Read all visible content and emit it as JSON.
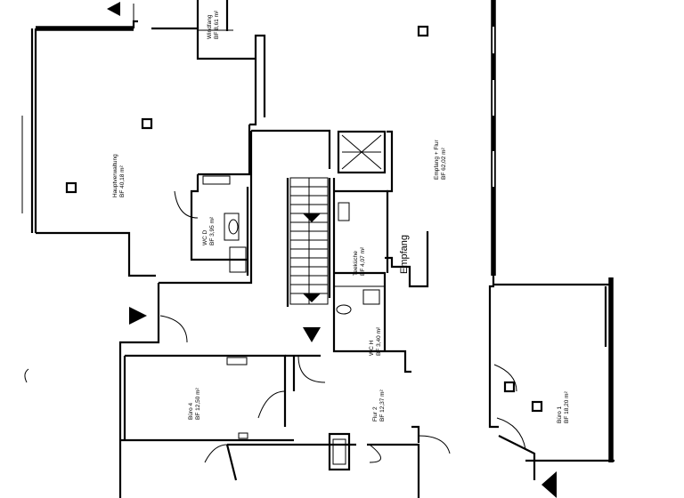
{
  "rooms": {
    "windfang": {
      "name": "Windfang",
      "area": "BF 8,61 m²"
    },
    "hauptverwaltung": {
      "name": "Hauptverwaltung",
      "area": "BF 40,18 m²"
    },
    "wc_d": {
      "name": "WC D",
      "area": "BF 3,95 m²"
    },
    "teekueche": {
      "name": "Teeküche",
      "area": "BF 4,07 m²"
    },
    "wc_h": {
      "name": "WC H",
      "area": "BF 3,40 m²"
    },
    "empfang_flur": {
      "name": "Empfang + Flur",
      "area": "BF 62,02 m²"
    },
    "flur2": {
      "name": "Flur 2",
      "area": "BF 12,37 m²"
    },
    "buero4": {
      "name": "Büro 4",
      "area": "BF 12,50 m²"
    },
    "buero1": {
      "name": "Büro 1",
      "area": "BF 18,20 m²"
    }
  },
  "labels": {
    "empfang": "Empfang"
  },
  "icons": [
    "section-arrow-icon",
    "elevator-icon",
    "stair-arrow-icon",
    "toilet-icon",
    "sink-icon",
    "column-icon"
  ]
}
